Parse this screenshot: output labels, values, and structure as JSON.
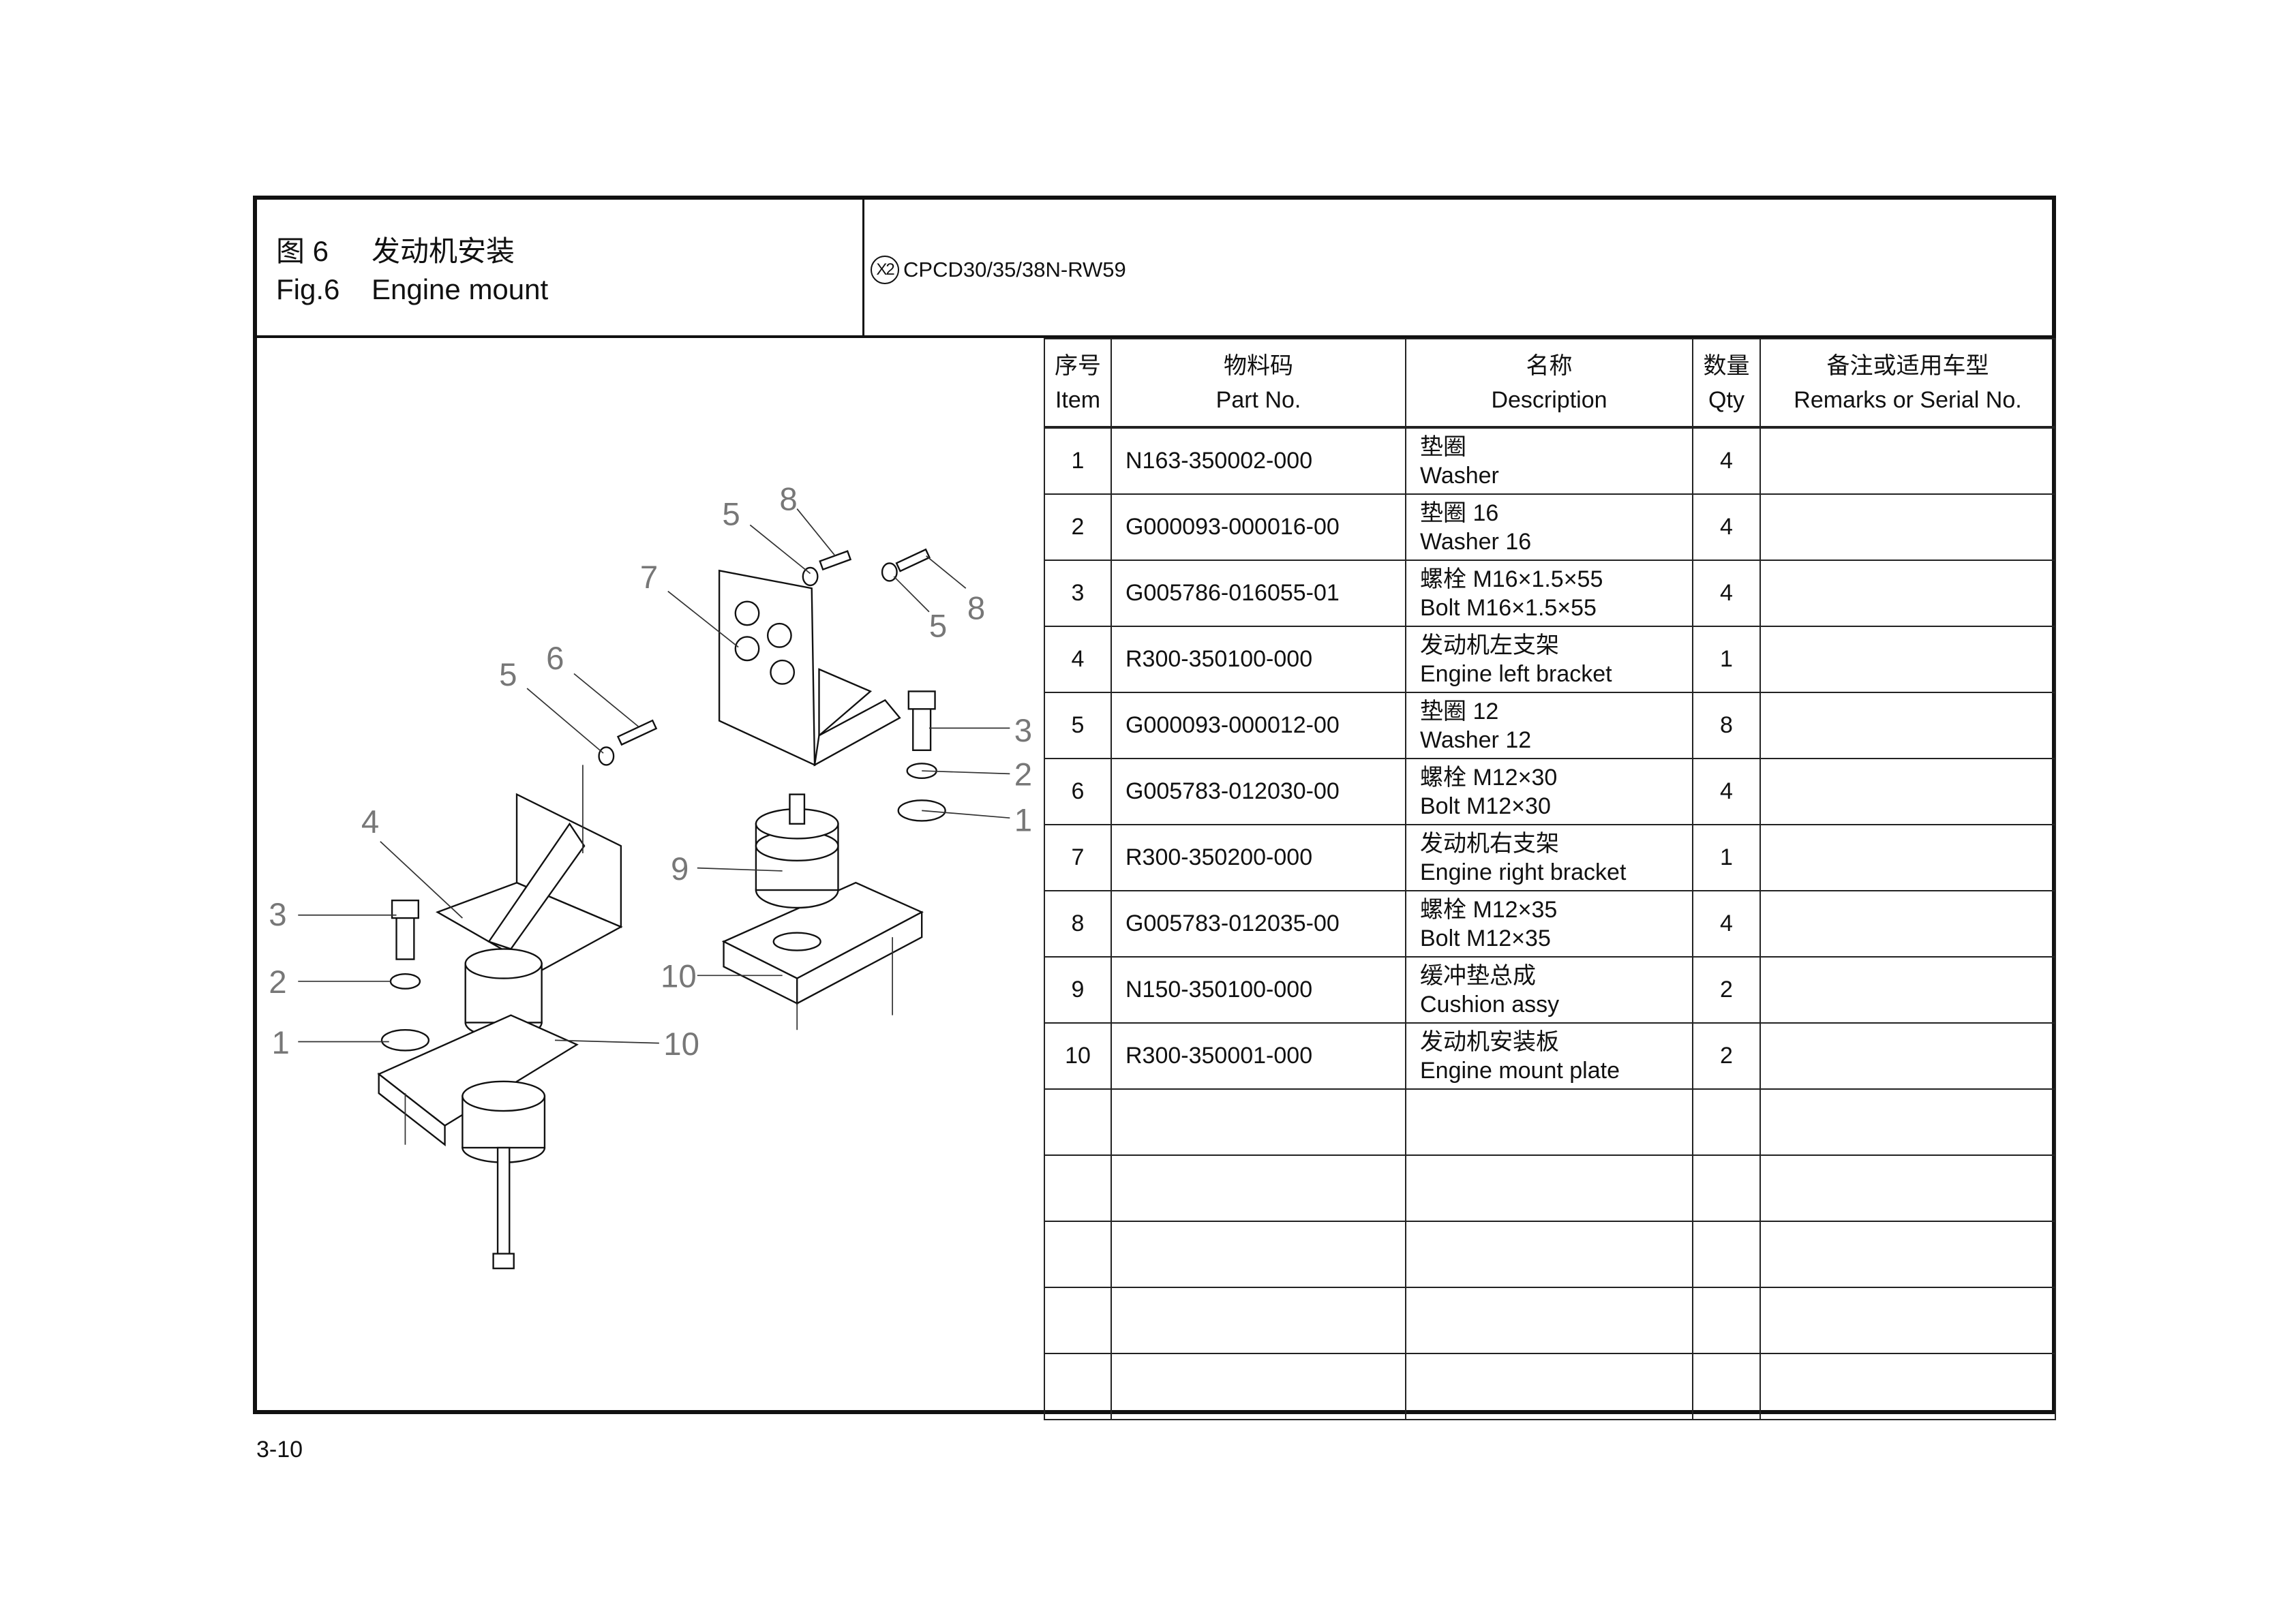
{
  "header": {
    "fig_cn_label": "图 6",
    "fig_cn_title": "发动机安装",
    "fig_en_label": "Fig.6",
    "fig_en_title": "Engine mount",
    "model_badge": "X2",
    "model": "CPCD30/35/38N-RW59"
  },
  "table": {
    "columns": [
      {
        "cn": "序号",
        "en": "Item"
      },
      {
        "cn": "物料码",
        "en": "Part No."
      },
      {
        "cn": "名称",
        "en": "Description"
      },
      {
        "cn": "数量",
        "en": "Qty"
      },
      {
        "cn": "备注或适用车型",
        "en": "Remarks or Serial No."
      }
    ],
    "rows": [
      {
        "item": "1",
        "part_no": "N163-350002-000",
        "desc_cn": "垫圈",
        "desc_en": "Washer",
        "qty": "4",
        "remarks": ""
      },
      {
        "item": "2",
        "part_no": "G000093-000016-00",
        "desc_cn": "垫圈 16",
        "desc_en": "Washer 16",
        "qty": "4",
        "remarks": ""
      },
      {
        "item": "3",
        "part_no": "G005786-016055-01",
        "desc_cn": "螺栓 M16×1.5×55",
        "desc_en": "Bolt M16×1.5×55",
        "qty": "4",
        "remarks": ""
      },
      {
        "item": "4",
        "part_no": "R300-350100-000",
        "desc_cn": "发动机左支架",
        "desc_en": "Engine left bracket",
        "qty": "1",
        "remarks": ""
      },
      {
        "item": "5",
        "part_no": "G000093-000012-00",
        "desc_cn": "垫圈 12",
        "desc_en": "Washer 12",
        "qty": "8",
        "remarks": ""
      },
      {
        "item": "6",
        "part_no": "G005783-012030-00",
        "desc_cn": "螺栓 M12×30",
        "desc_en": "Bolt M12×30",
        "qty": "4",
        "remarks": ""
      },
      {
        "item": "7",
        "part_no": "R300-350200-000",
        "desc_cn": "发动机右支架",
        "desc_en": "Engine right bracket",
        "qty": "1",
        "remarks": ""
      },
      {
        "item": "8",
        "part_no": "G005783-012035-00",
        "desc_cn": "螺栓 M12×35",
        "desc_en": "Bolt M12×35",
        "qty": "4",
        "remarks": ""
      },
      {
        "item": "9",
        "part_no": "N150-350100-000",
        "desc_cn": "缓冲垫总成",
        "desc_en": "Cushion assy",
        "qty": "2",
        "remarks": ""
      },
      {
        "item": "10",
        "part_no": "R300-350001-000",
        "desc_cn": "发动机安装板",
        "desc_en": "Engine mount plate",
        "qty": "2",
        "remarks": ""
      }
    ],
    "empty_rows": 5
  },
  "drawing": {
    "callouts": [
      "5",
      "8",
      "7",
      "5",
      "8",
      "5",
      "6",
      "3",
      "2",
      "1",
      "4",
      "9",
      "3",
      "2",
      "10",
      "1",
      "10"
    ]
  },
  "footer": {
    "page_number": "3-10"
  }
}
